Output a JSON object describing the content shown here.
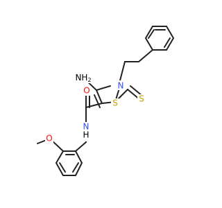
{
  "molecule": {
    "labels": {
      "amino": "NH",
      "amino_subscript": "2",
      "ring_nitrogen": "N",
      "thione_sulfur": "S",
      "ring_sulfur": "S",
      "carbonyl_oxygen": "O",
      "amide_nitrogen": "N",
      "amide_hydrogen": "H",
      "ether_oxygen": "O"
    },
    "colors": {
      "bond": "#222222",
      "nitrogen": "#3050F8",
      "sulfur": "#C8A000",
      "oxygen": "#FF0D0D"
    }
  }
}
